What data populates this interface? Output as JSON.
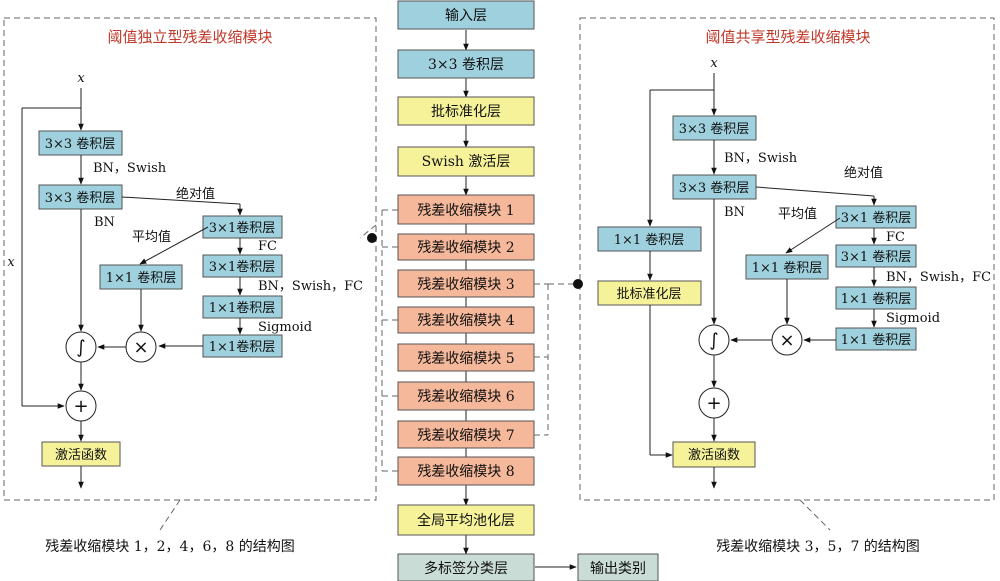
{
  "colors": {
    "blue": "#9fd0dd",
    "yellow": "#f6f29a",
    "orange": "#f5b89a",
    "gray": "#c9dcd5",
    "title_red": "#c0392b"
  },
  "center": {
    "input": "输入层",
    "conv": "3×3 卷积层",
    "bn": "批标准化层",
    "swish": "Swish 激活层",
    "rsbu": [
      "残差收缩模块 1",
      "残差收缩模块 2",
      "残差收缩模块 3",
      "残差收缩模块 4",
      "残差收缩模块 5",
      "残差收缩模块 6",
      "残差收缩模块 7",
      "残差收缩模块 8"
    ],
    "gap": "全局平均池化层",
    "cls": "多标签分类层",
    "out": "输出类别"
  },
  "left": {
    "title": "阈值独立型残差收缩模块",
    "x_top": "x",
    "x_side": "x",
    "conv1": "3×3 卷积层",
    "bn_swish": "BN，Swish",
    "conv2": "3×3 卷积层",
    "bn": "BN",
    "abs": "绝对值",
    "avg": "平均值",
    "c31a": "3×1卷积层",
    "fc": "FC",
    "c11": "1×1 卷积层",
    "c31b": "3×1卷积层",
    "bn_swish_fc": "BN，Swish，FC",
    "c11b": "1×1卷积层",
    "sigmoid": "Sigmoid",
    "c11c": "1×1卷积层",
    "soft": "∫",
    "mul": "×",
    "add": "+",
    "act": "激活函数",
    "caption": "残差收缩模块 1，2，4，6，8 的结构图"
  },
  "right": {
    "title": "阈值共享型残差收缩模块",
    "x_top": "x",
    "conv1": "3×3 卷积层",
    "bn_swish": "BN，Swish",
    "conv2": "3×3 卷积层",
    "bn": "BN",
    "abs": "绝对值",
    "avg": "平均值",
    "side_conv": "1×1 卷积层",
    "side_bn": "批标准化层",
    "c31a": "3×1 卷积层",
    "fc": "FC",
    "c11": "1×1 卷积层",
    "c31b": "3×1 卷积层",
    "bn_swish_fc": "BN，Swish，FC",
    "c11b": "1×1 卷积层",
    "sigmoid": "Sigmoid",
    "c11c": "1×1 卷积层",
    "soft": "∫",
    "mul": "×",
    "add": "+",
    "act": "激活函数",
    "caption": "残差收缩模块 3，5，7 的结构图"
  }
}
